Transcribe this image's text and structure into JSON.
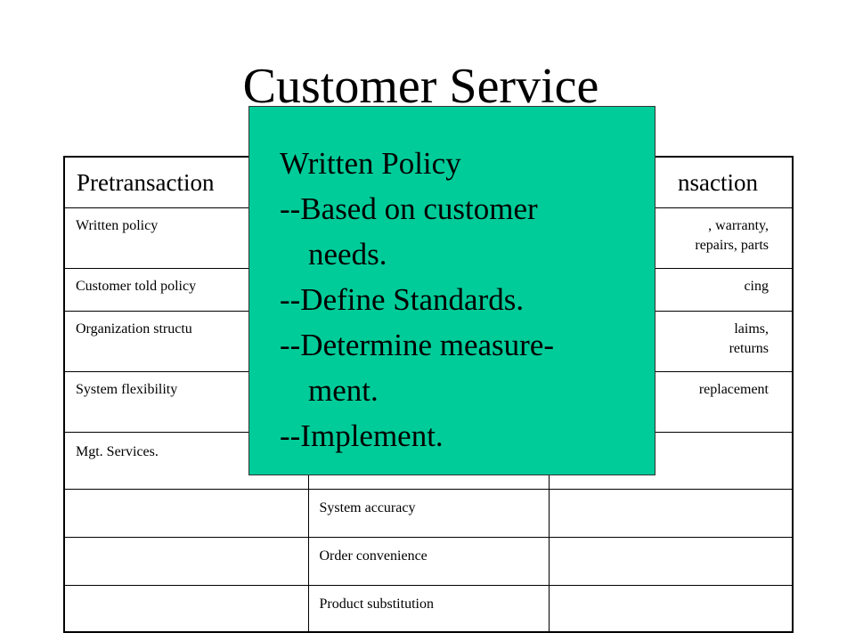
{
  "title": "Customer Service",
  "table": {
    "headers": [
      "Pretransaction",
      "",
      "nsaction"
    ],
    "rows": [
      [
        "Written policy",
        "",
        ", warranty,\nrepairs, parts"
      ],
      [
        "Customer told policy",
        "",
        "cing"
      ],
      [
        "Organization structu",
        "",
        "laims,\n returns"
      ],
      [
        "System flexibility",
        "",
        "replacement"
      ],
      [
        "Mgt. Services.",
        "",
        ""
      ],
      [
        "",
        "System accuracy",
        ""
      ],
      [
        "",
        "Order convenience",
        ""
      ],
      [
        "",
        "Product substitution",
        ""
      ]
    ]
  },
  "popup": {
    "background": "#00cc99",
    "lines": [
      "Written Policy",
      "--Based on customer",
      "needs.",
      "--Define Standards.",
      "--Determine measure-",
      "ment.",
      "--Implement."
    ]
  }
}
